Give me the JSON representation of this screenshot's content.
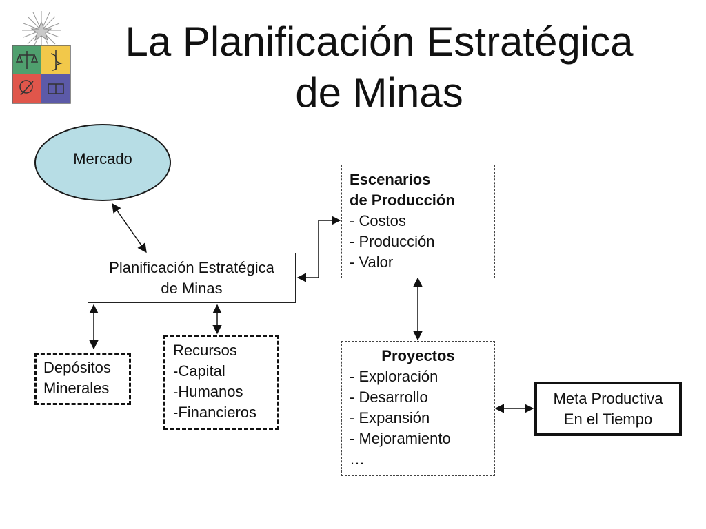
{
  "title": {
    "line1": "La Planificación Estratégica",
    "line2": "de Minas"
  },
  "nodes": {
    "mercado": "Mercado",
    "planificacion": {
      "line1": "Planificación Estratégica",
      "line2": "de Minas"
    },
    "escenarios": {
      "heading1": "Escenarios",
      "heading2": "de Producción",
      "items": [
        "- Costos",
        "- Producción",
        "- Valor"
      ]
    },
    "depositos": {
      "line1": "Depósitos",
      "line2": "Minerales"
    },
    "recursos": {
      "heading": "Recursos",
      "items": [
        "-Capital",
        "-Humanos",
        "-Financieros"
      ]
    },
    "proyectos": {
      "heading": "Proyectos",
      "items": [
        "- Exploración",
        "- Desarrollo",
        "- Expansión",
        "- Mejoramiento",
        "…"
      ]
    },
    "meta": {
      "line1": "Meta Productiva",
      "line2": "En el Tiempo"
    }
  },
  "colors": {
    "mercado_fill": "#b7dde5"
  },
  "logo": {
    "icon": "university-crest-icon"
  }
}
